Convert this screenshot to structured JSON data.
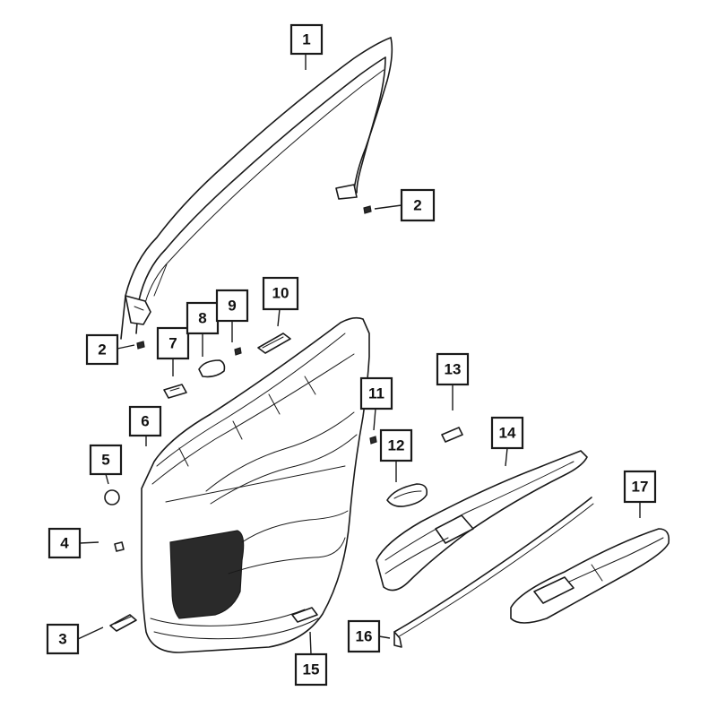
{
  "callouts": [
    {
      "id": "c1",
      "label": "1"
    },
    {
      "id": "c2a",
      "label": "2"
    },
    {
      "id": "c2b",
      "label": "2"
    },
    {
      "id": "c3",
      "label": "3"
    },
    {
      "id": "c4",
      "label": "4"
    },
    {
      "id": "c5",
      "label": "5"
    },
    {
      "id": "c6",
      "label": "6"
    },
    {
      "id": "c7",
      "label": "7"
    },
    {
      "id": "c8",
      "label": "8"
    },
    {
      "id": "c9",
      "label": "9"
    },
    {
      "id": "c10",
      "label": "10"
    },
    {
      "id": "c11",
      "label": "11"
    },
    {
      "id": "c12",
      "label": "12"
    },
    {
      "id": "c13",
      "label": "13"
    },
    {
      "id": "c14",
      "label": "14"
    },
    {
      "id": "c15",
      "label": "15"
    },
    {
      "id": "c16",
      "label": "16"
    },
    {
      "id": "c17",
      "label": "17"
    }
  ]
}
